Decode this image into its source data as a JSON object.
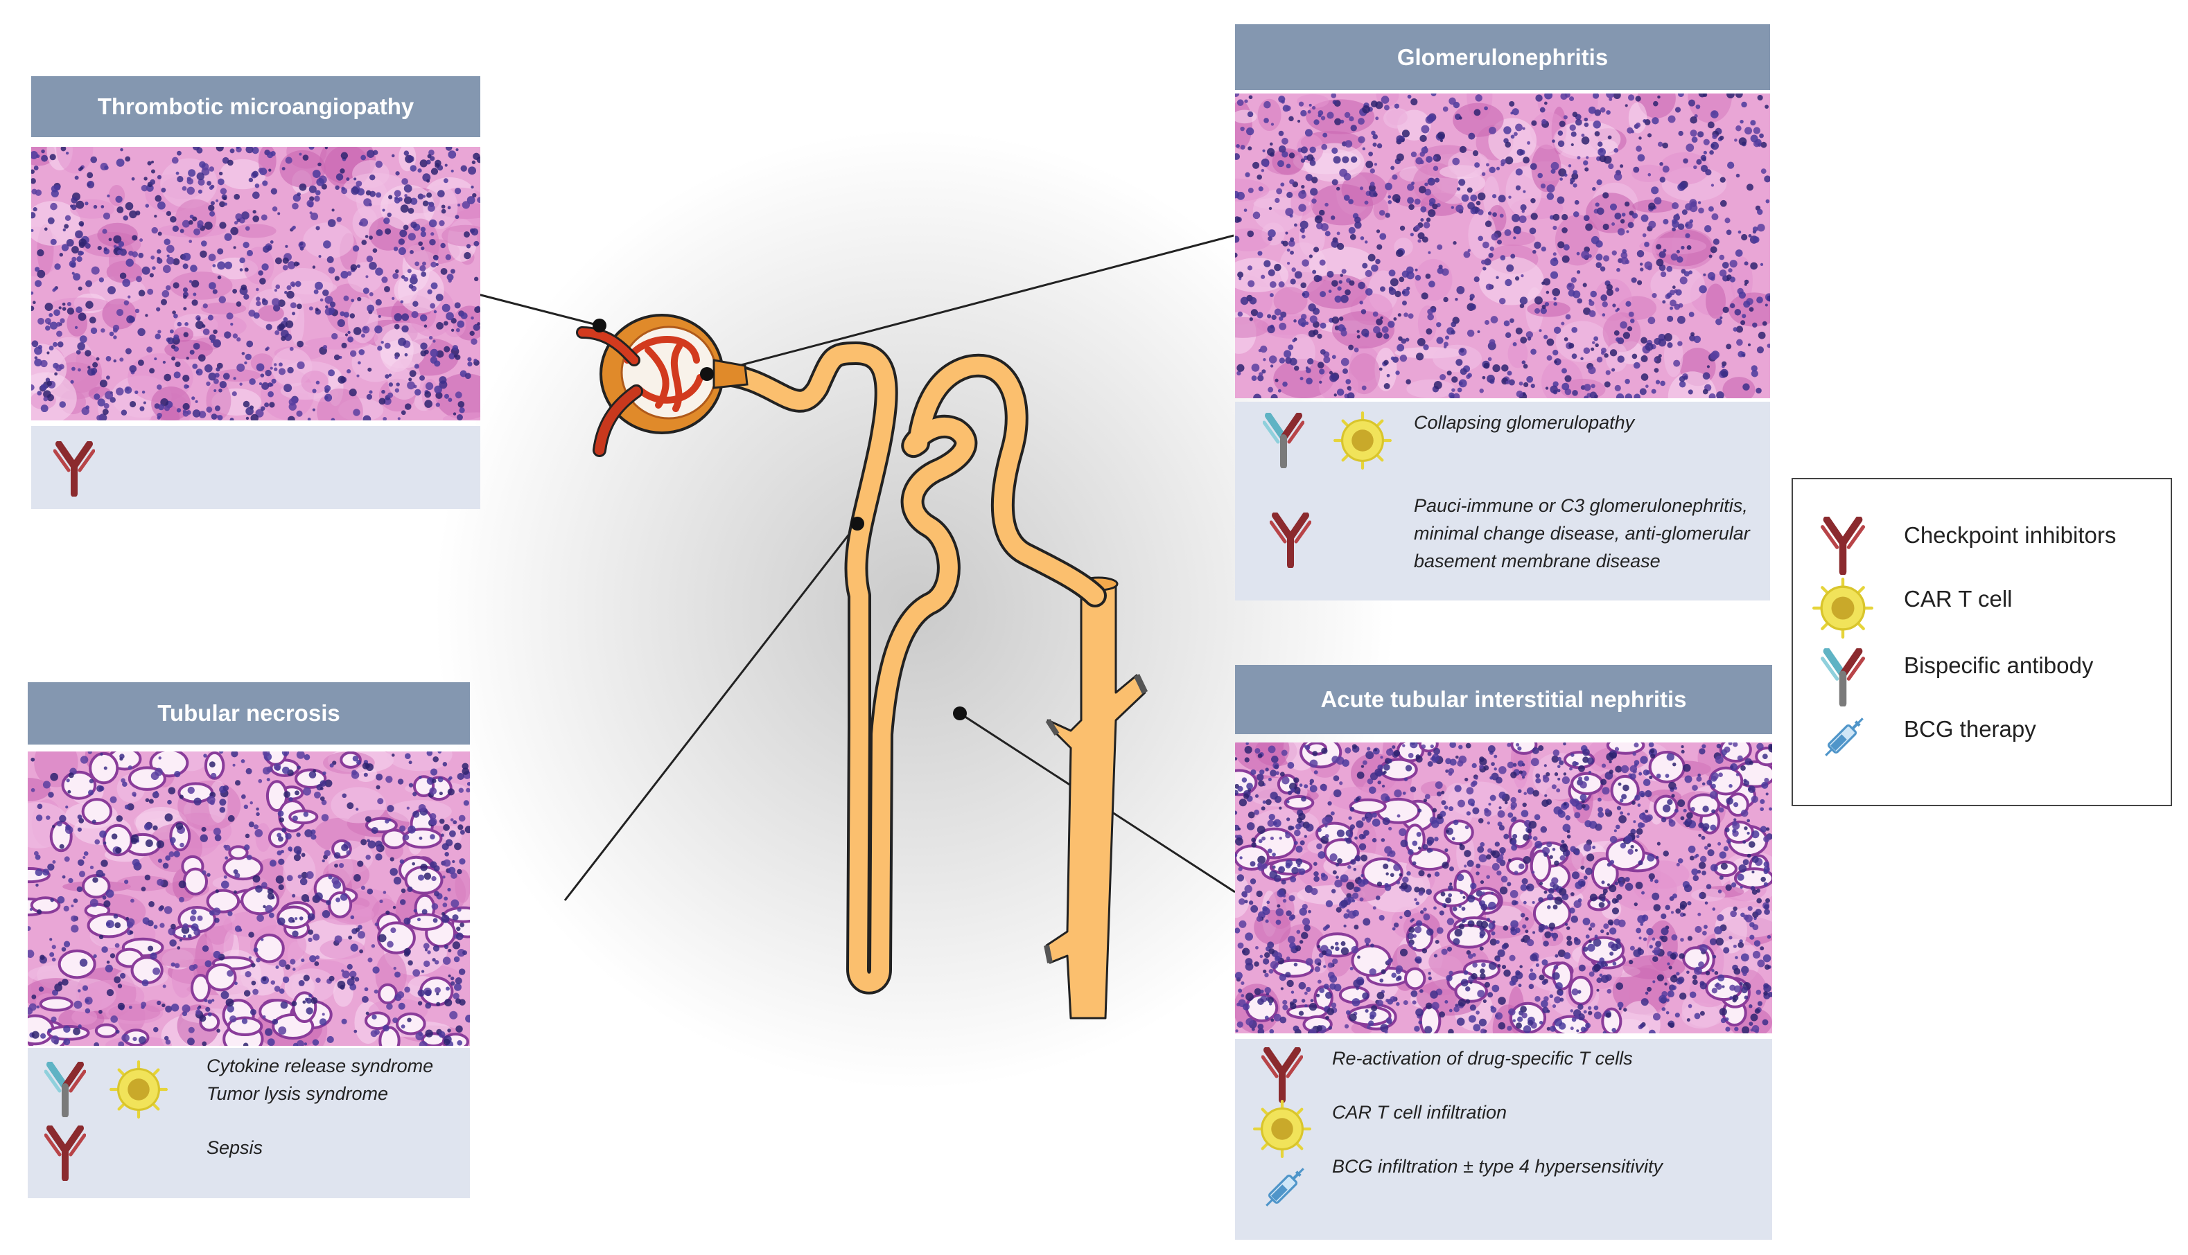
{
  "panels": {
    "tma": {
      "title": "Thrombotic microangiopathy"
    },
    "gn": {
      "title": "Glomerulonephritis",
      "entries": [
        "Collapsing glomerulopathy",
        "Pauci-immune or C3 glomerulonephritis, minimal change disease, anti-glomerular basement membrane disease"
      ]
    },
    "tn": {
      "title": "Tubular necrosis",
      "entries": [
        "Cytokine release syndrome",
        "Tumor lysis syndrome",
        "Sepsis"
      ]
    },
    "atin": {
      "title": "Acute tubular interstitial nephritis",
      "entries": [
        "Re-activation of drug-specific T cells",
        "CAR T cell infiltration",
        "BCG infiltration ± type 4 hypersensitivity"
      ]
    }
  },
  "legend": {
    "items": [
      {
        "label": "Checkpoint inhibitors",
        "icon": "checkpoint-inhibitor-antibody-icon"
      },
      {
        "label": "CAR T cell",
        "icon": "car-t-cell-icon"
      },
      {
        "label": "Bispecific antibody",
        "icon": "bispecific-antibody-icon"
      },
      {
        "label": "BCG therapy",
        "icon": "bcg-syringe-icon"
      }
    ]
  },
  "colors": {
    "header": "#8497b0",
    "info_bg": "#dfe4ef",
    "checkpoint": "#8b2a2e",
    "car_t": "#e6d43a",
    "bispecific_teal": "#5fb3c4",
    "bcg": "#4f95c9",
    "nephron": "#fbbf6e",
    "tissue_pink": "#e594c8",
    "nuclei": "#3d2f8a"
  }
}
